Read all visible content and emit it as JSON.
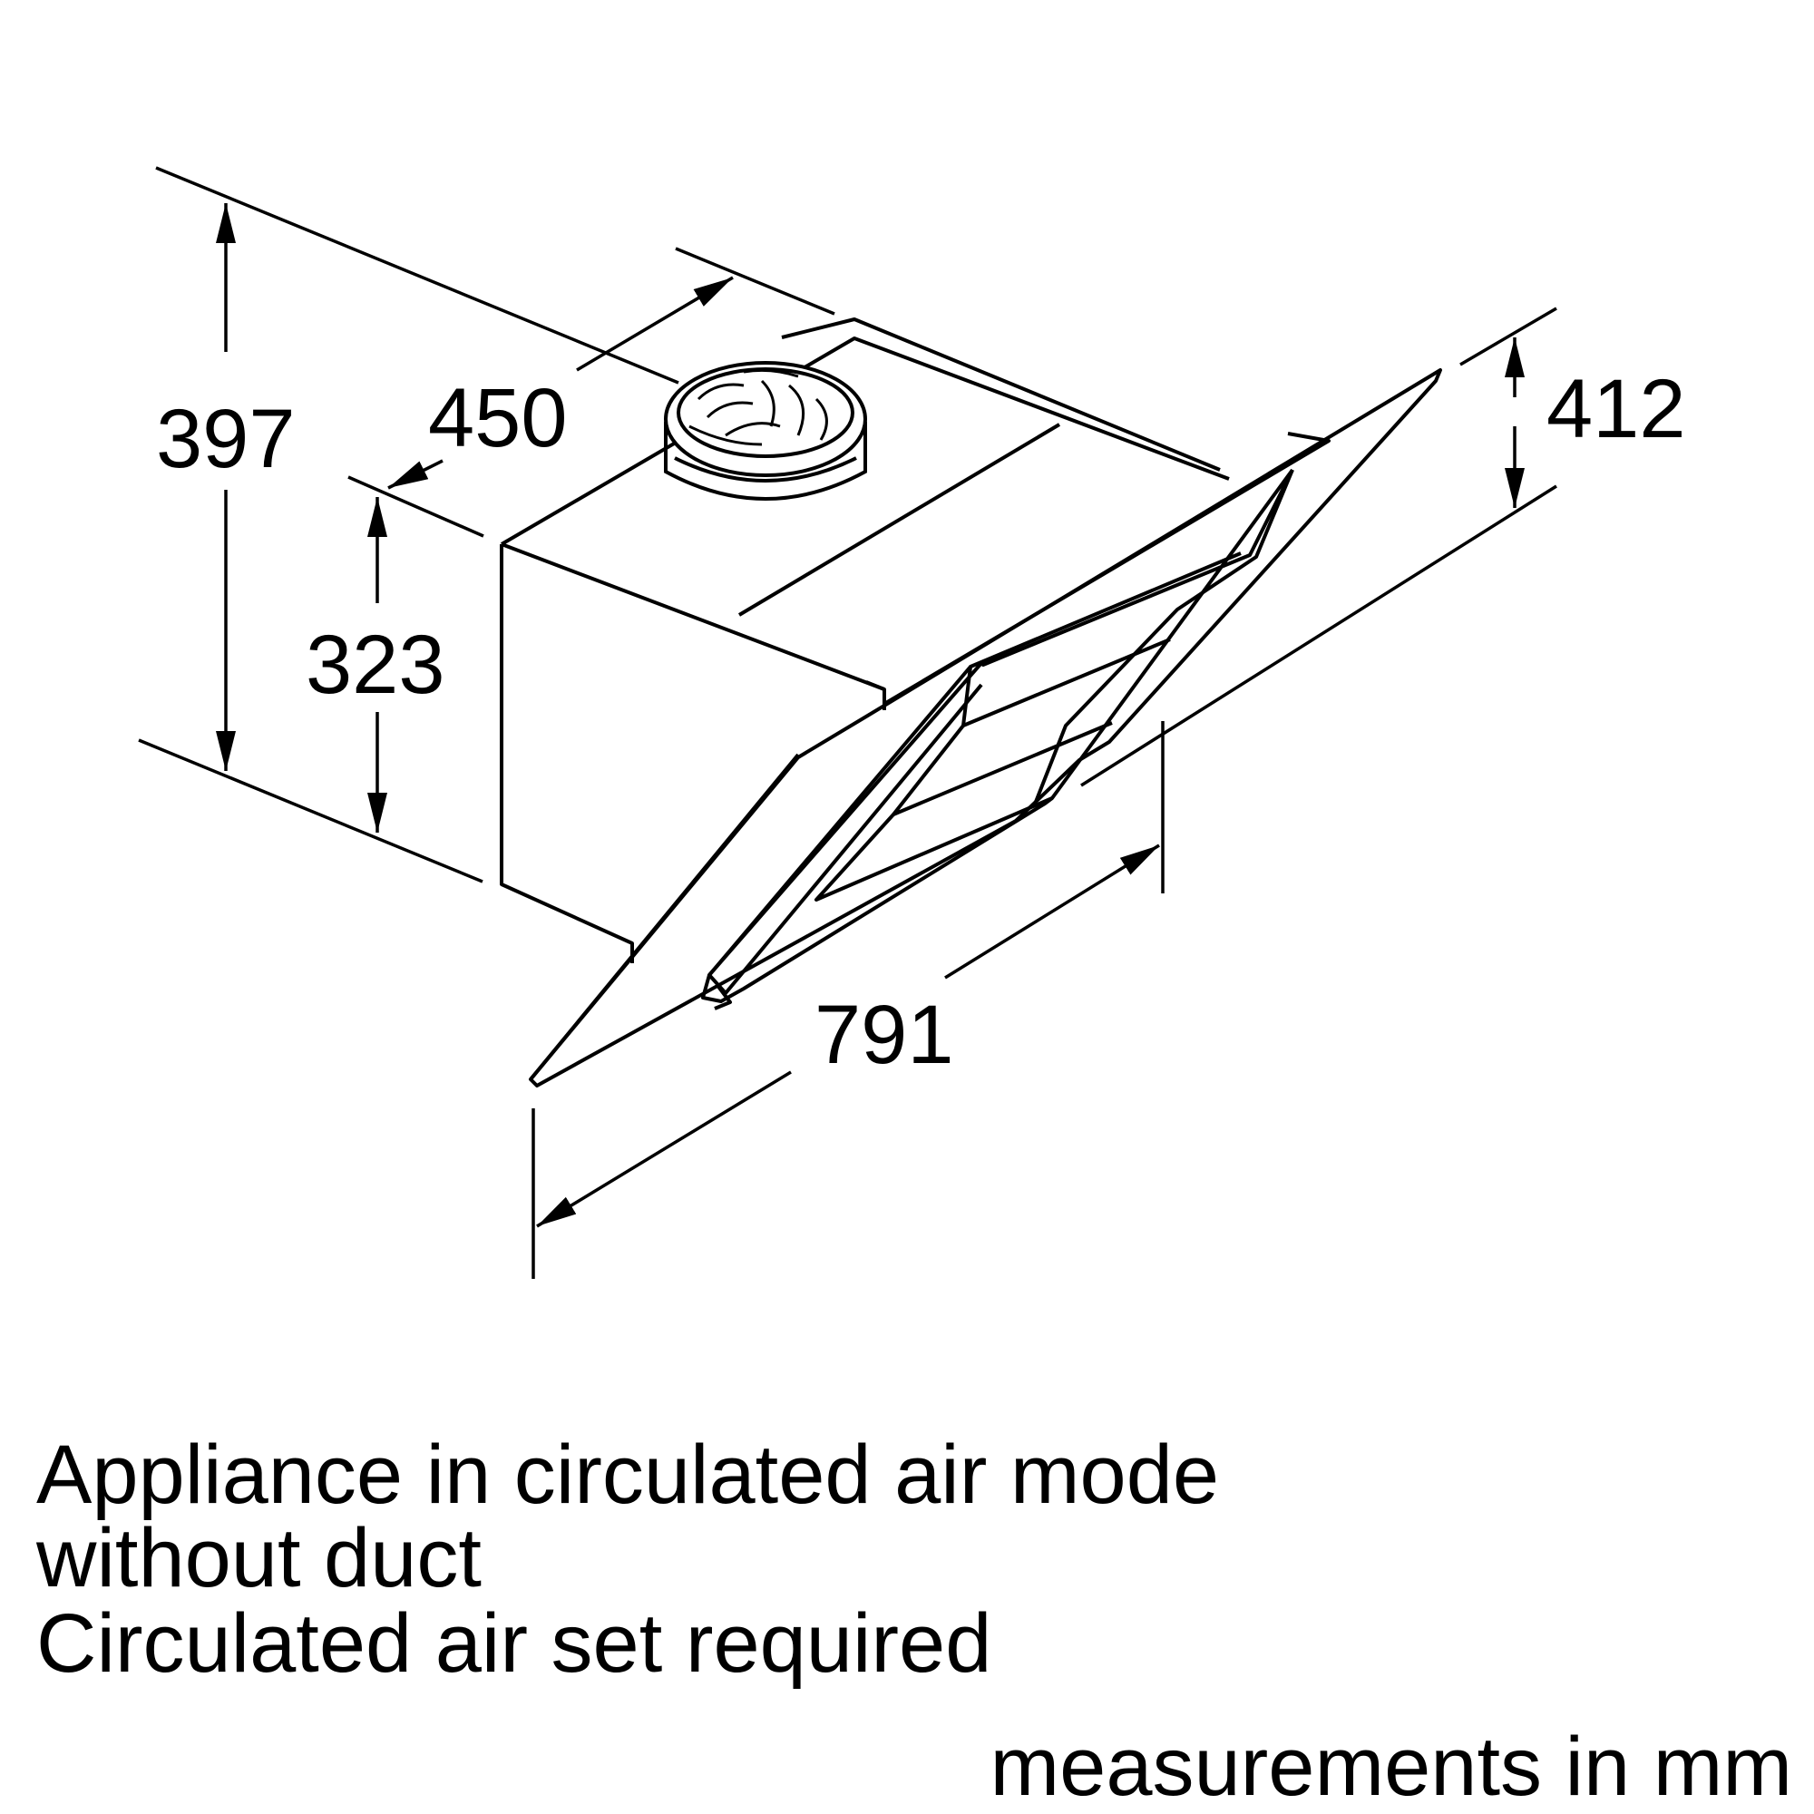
{
  "dimensions": {
    "total_height": "397",
    "depth": "450",
    "box_height": "323",
    "front_height": "412",
    "width": "791"
  },
  "notes": {
    "line1": "Appliance in circulated air mode",
    "line2": "without duct",
    "line3": "Circulated air set required"
  },
  "units_note": "measurements in mm",
  "colors": {
    "line": "#000000",
    "background": "#ffffff"
  }
}
